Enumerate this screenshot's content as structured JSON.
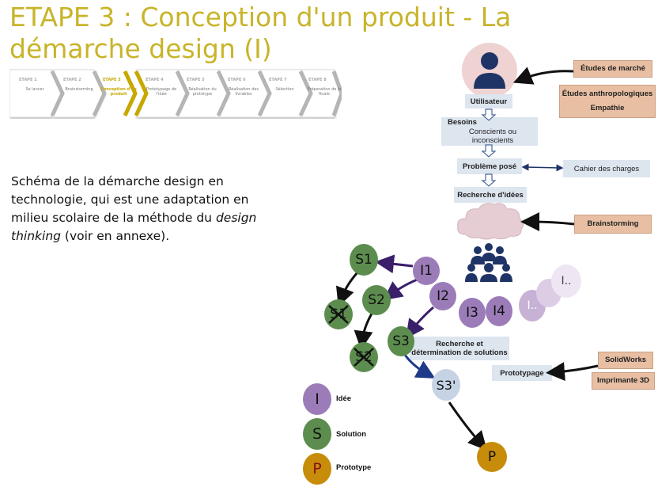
{
  "title": "ETAPE 3 : Conception d'un produit - La démarche design (I)",
  "steps": [
    {
      "num": "ETAPE 1",
      "name": "Se lancer"
    },
    {
      "num": "ETAPE 2",
      "name": "Brainstorming"
    },
    {
      "num": "ETAPE 3",
      "name": "Conception d'un produit"
    },
    {
      "num": "ETAPE 4",
      "name": "Prototypage de l'idée"
    },
    {
      "num": "ETAPE 5",
      "name": "Réalisation du prototype"
    },
    {
      "num": "ETAPE 6",
      "name": "Réalisation des livrables"
    },
    {
      "num": "ETAPE 7",
      "name": "Sélection"
    },
    {
      "num": "ETAPE 8",
      "name": "Préparation de la finale"
    }
  ],
  "description": {
    "text": "Schéma de la démarche design en technologie, qui est une adaptation en milieu scolaire de la méthode du",
    "emphasis": "design thinking",
    "suffix": " (voir en annexe)."
  },
  "flow": {
    "utilisateur": "Utilisateur",
    "besoins": "Besoins",
    "conscients": "Conscients ou inconscients",
    "probleme": "Problème posé",
    "recherche_idees": "Recherche d'idées",
    "recherche_solutions_1": "Recherche et",
    "recherche_solutions_2": "détermination de solutions",
    "prototypage": "Prototypage"
  },
  "sources": {
    "etudes_marche": "Études de marché",
    "etudes_anthro": "Études anthropologiques",
    "empathie": "Empathie",
    "cahier": "Cahier des charges",
    "brainstorming": "Brainstorming",
    "solidworks": "SolidWorks",
    "imprimante": "Imprimante 3D"
  },
  "nodes": {
    "s1": "S1",
    "s2": "S2",
    "s3": "S3",
    "s3p": "S3'",
    "i1": "I1",
    "i2": "I2",
    "i3": "I3",
    "i4": "I4",
    "idots1": "I..",
    "idots2": "I..",
    "p": "P",
    "s1x": "S1",
    "s2x": "S2"
  },
  "legend": {
    "i": {
      "letter": "I",
      "label": "Idée"
    },
    "s": {
      "letter": "S",
      "label": "Solution"
    },
    "p": {
      "letter": "P",
      "label": "Prototype"
    }
  },
  "colors": {
    "title": "#c8b42a",
    "active_step": "#c6a800",
    "idea": "#9b7cb8",
    "solution": "#5c8d4e",
    "prototype": "#c68c0a",
    "flow_box": "#dde5ef",
    "source_box": "#e8bfa3",
    "user_icon": "#1f3466"
  }
}
